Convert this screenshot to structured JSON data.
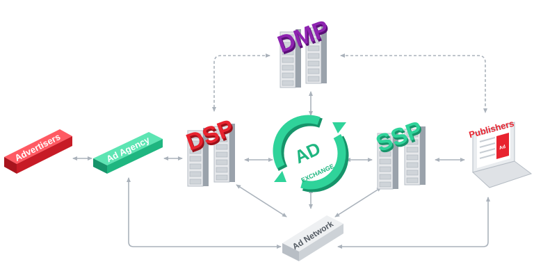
{
  "nodes": {
    "advertisers": {
      "label": "Advertisers",
      "color": "#e8232f"
    },
    "ad_agency": {
      "label": "Ad Agency",
      "color": "#2fd39a"
    },
    "dsp": {
      "label": "DSP",
      "color": "#e8232f"
    },
    "dmp": {
      "label": "DMP",
      "color": "#8e24b0"
    },
    "ad_exchange": {
      "label": "AD",
      "sublabel": "EXCHANGE",
      "color": "#2fd39a"
    },
    "ssp": {
      "label": "SSP",
      "color": "#2fd39a"
    },
    "publishers": {
      "label": "Publishers",
      "badge": "Ad",
      "color": "#e8232f"
    },
    "ad_network": {
      "label": "Ad Network",
      "color": "#dfe2e6"
    }
  },
  "colors": {
    "connector": "#aab2bb",
    "server": "#e6e8eb",
    "server_dark": "#9aa2ab"
  }
}
